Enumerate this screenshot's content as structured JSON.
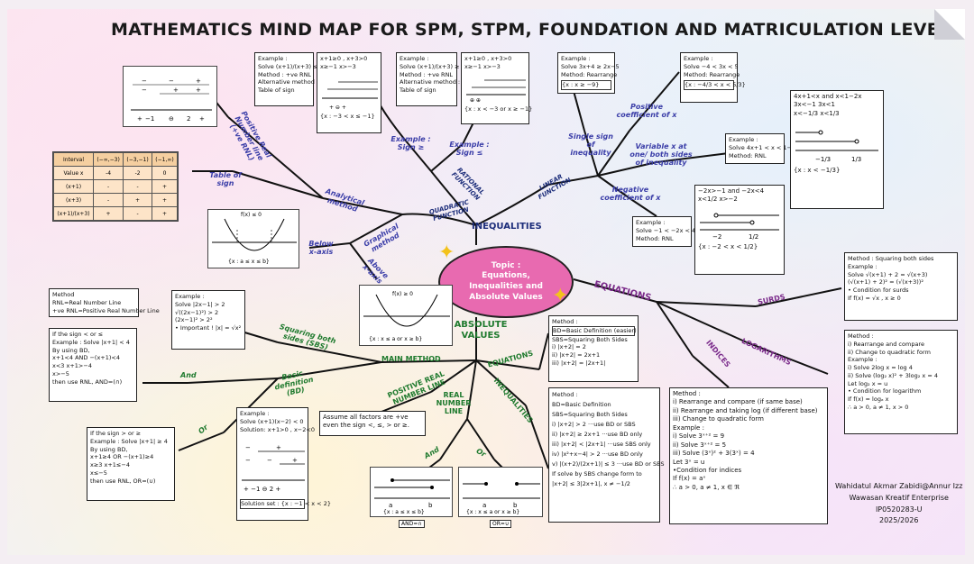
{
  "title": "MATHEMATICS MIND MAP FOR SPM, STPM, FOUNDATION AND MATRICULATION LEVEL",
  "hub": {
    "line1": "Topic :",
    "line2": "Equations,",
    "line3": "Inequalities and",
    "line4": "Absolute Values"
  },
  "branches": {
    "inequalities": "INEQUALITIES",
    "equations": "EQUATIONS",
    "absolute_values": "ABSOLUTE VALUES",
    "rational_function": "RATIONAL FUNCTION",
    "quadratic_function": "QUADRATIC FUNCTION",
    "linear_function": "LINEAR FUNCTION",
    "analytical_method": "Analytical method",
    "graphical_method": "Graphical method",
    "table_of_sign": "Table of sign",
    "positive_real_number_line": "Positive Real Number line (+ve RNL)",
    "example_sign_ge": "Example : Sign ≥",
    "example_sign_le": "Example : Sign ≤",
    "below_x_axis": "Below x-axis",
    "above_x_axis": "Above x-axis",
    "single_sign": "Single sign of inequality",
    "positive_coeff": "Positive coefficient of x",
    "variable_x_both": "Variable x at one/ both sides of inequality",
    "negative_coeff": "Negative coefficient of x",
    "surds": "SURDS",
    "logarithms": "LOGARITHMS",
    "indices": "INDICES",
    "main_method": "MAIN METHOD",
    "squaring_sbs": "Squaring both sides (SBS)",
    "basic_definition_bd": "Basic definition (BD)",
    "and": "And",
    "or": "Or",
    "prnl": "POSITIVE REAL NUMBER LINE",
    "real_number_line": "REAL NUMBER LINE",
    "abs_equations": "EQUATIONS",
    "abs_inequalities": "INEQUALITIES",
    "rnl_and": "And",
    "rnl_or": "Or"
  },
  "boxes": {
    "rational_ex1": [
      "Example :",
      "Solve (x+1)/(x+3) ≤ 0",
      "Method : +ve RNL",
      "Alternative method :",
      "Table of sign"
    ],
    "rational_ex2": [
      "Example :",
      "Solve (x+1)/(x+3) ≥ 0",
      "Method : +ve RNL",
      "Alternative method :",
      "Table of sign"
    ],
    "rational_sol1": [
      "x+1≥0 , x+3>0",
      "x≥−1      x>−3",
      "{x : −3 < x ≤ −1}"
    ],
    "rational_sol2": [
      "x+1≥0 , x+3>0",
      "x≥−1      x>−3",
      "{x : x < −3 or x ≥ −1}"
    ],
    "linear_ex1": [
      "Example :",
      "Solve 3x+4 ≥ 2x−5",
      "Method: Rearrange"
    ],
    "linear_sol1": "{x : x ≥ −9}",
    "linear_ex2": [
      "Example :",
      "Solve −4 < 3x < 5",
      "Method: Rearrange"
    ],
    "linear_sol2": "{x : −4/3 < x < 5/3}",
    "linear_ex3": [
      "Example :",
      "Solve 4x+1 < x < 1−2x",
      "Method: RNL"
    ],
    "linear_sol3": [
      "4x+1<x    and    x<1−2x",
      "3x<−1              3x<1",
      "x<−1/3            x<1/3",
      "{x : x < −1/3}"
    ],
    "linear_ex4": [
      "Example :",
      "Solve −1 < −2x < 4",
      "Method: RNL"
    ],
    "linear_sol4": [
      "−2x>−1  and  −2x<4",
      "x<1/2          x>−2",
      "{x : −2 < x < 1/2}"
    ],
    "table_sign": {
      "headers": [
        "Interval",
        "(−∞,−3)",
        "(−3,−1)",
        "(−1,∞)"
      ],
      "rows": [
        [
          "Value x",
          "-4",
          "-2",
          "0"
        ],
        [
          "(x+1)",
          "-",
          "-",
          "+"
        ],
        [
          "(x+3)",
          "-",
          "+",
          "+"
        ],
        [
          "(x+1)/(x+3)",
          "+",
          "-",
          "+"
        ]
      ]
    },
    "graph_below": [
      "f(x) ≤ 0",
      "{x : a ≤ x ≤ b}"
    ],
    "graph_above": [
      "f(x) ≥ 0",
      "{x : x ≤ a or x ≥ b}"
    ],
    "surds_box": [
      "Method : Squaring both sides",
      "Example :",
      "Solve √(x+1) + 2 = √(x+3)",
      "(√(x+1) + 2)² = (√(x+3))²",
      "• Condition for surds",
      "If f(x) = √x , x ≥ 0"
    ],
    "log_box": [
      "Method :",
      "i) Rearrange and compare",
      "ii) Change to quadratic form",
      "Example :",
      "i) Solve 2log x = log 4",
      "ii) Solve (log₂ x)² + 3log₂ x = 4",
      "Let log₂ x = u",
      "• Condition for logarithm",
      "If f(x) = logₐ x",
      "∴ a > 0, a ≠ 1, x > 0"
    ],
    "indices_box": [
      "Method :",
      "i) Rearrange and compare (if same base)",
      "ii) Rearrange and taking log (if different base)",
      "iii) Change to quadratic form",
      "Example :",
      "i) Solve 3ˣ⁺² = 9",
      "ii) Solve 3ˣ⁺² = 5",
      "iii) Solve (3ˣ)² + 3(3ˣ) = 4",
      "Let 3ˣ = u",
      "•Condition for indices",
      "If f(x) = aˣ",
      "∴ a > 0, a ≠ 1, x ∈ ℜ"
    ],
    "rnl_legend": [
      "Method",
      "RNL=Real Number Line",
      "+ve RNL=Positive Real Number Line"
    ],
    "sbs_box": [
      "Example :",
      "Solve |2x−1| > 2",
      "√((2x−1)²) > 2",
      "(2x−1)² > 2²",
      "• Important ! |x| = √x²"
    ],
    "and_box": [
      "If the sign < or ≤",
      "Example : Solve |x+1| < 4",
      "By using BD,",
      "x+1<4  AND  −(x+1)<4",
      "x<3          x+1>−4",
      "                  x>−5",
      "then use RNL, AND=(∩)"
    ],
    "or_box": [
      "If the sign > or ≥",
      "Example : Solve |x+1| ≥ 4",
      "By using BD,",
      "x+1≥4  OR  −(x+1)≥4",
      "x≥3          x+1≤−4",
      "                  x≤−5",
      "then use RNL, OR=(∪)"
    ],
    "prnl_box": [
      "Example :",
      "Solve (x+1)(x−2) < 0",
      "Solution: x+1>0 , x−2<0",
      "Solution set : {x : −1 < x < 2}"
    ],
    "assume_box": [
      "Assume all factors are +ve",
      "even the sign <, ≤, > or ≥."
    ],
    "abs_eq_box": [
      "Method :",
      "BD=Basic Definition (easier)",
      "SBS=Squaring Both Sides",
      "i) |x+2| = 2",
      "ii) |x+2| = 2x+1",
      "iii) |x+2| = |2x+1|"
    ],
    "abs_ineq_box": [
      "Method :",
      "BD=Basic Definition",
      "SBS=Squaring Both Sides",
      "i) |x+2| > 2 ···use BD or SBS",
      "ii) |x+2| ≥ 2x+1 ···use BD only",
      "iii) |x+2| < |2x+1| ···use SBS only",
      "iv) |x²+x−4| > 2 ···use BD only",
      "v) |(x+2)/(2x+1)| ≤ 3 ···use BD or SBS",
      "If solve by SBS change form to",
      "|x+2| ≤ 3|2x+1|, x ≠ −1/2"
    ],
    "rnl_and_sol": "{x : a ≤ x ≤ b}",
    "rnl_and_tag": "AND=∩",
    "rnl_or_sol": "{x : x ≤ a or x ≥ b}",
    "rnl_or_tag": "OR=∪"
  },
  "author": [
    "Wahidatul Akmar Zabidi@Annur Izz",
    "Wawasan Kreatif Enterprise",
    "IP0520283-U",
    "2025/2026"
  ]
}
